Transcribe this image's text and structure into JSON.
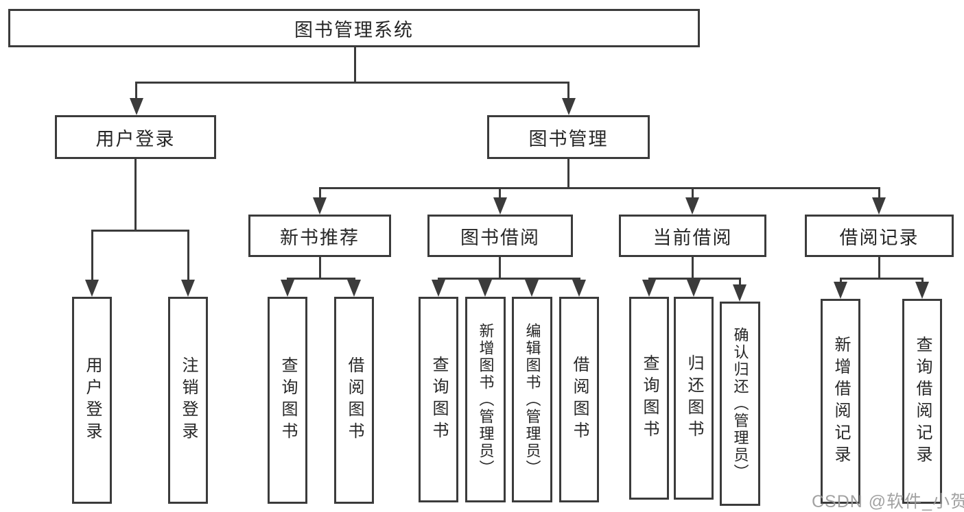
{
  "tree": {
    "root": "图书管理系统",
    "branches": [
      {
        "label": "用户登录",
        "children": [
          "用户登录",
          "注销登录"
        ]
      },
      {
        "label": "图书管理",
        "groups": [
          {
            "label": "新书推荐",
            "children": [
              "查询图书",
              "借阅图书"
            ]
          },
          {
            "label": "图书借阅",
            "children": [
              "查询图书",
              "新增图书（管理员）",
              "编辑图书（管理员）",
              "借阅图书"
            ]
          },
          {
            "label": "当前借阅",
            "children": [
              "查询图书",
              "归还图书",
              "确认归还（管理员）"
            ]
          },
          {
            "label": "借阅记录",
            "children": [
              "新增借阅记录",
              "查询借阅记录"
            ]
          }
        ]
      }
    ]
  },
  "watermark": "CSDN @软件_小贺同学",
  "colors": {
    "line": "#3b3b3b",
    "text": "#262626",
    "watermark": "#9b9b9b",
    "background": "#ffffff"
  }
}
